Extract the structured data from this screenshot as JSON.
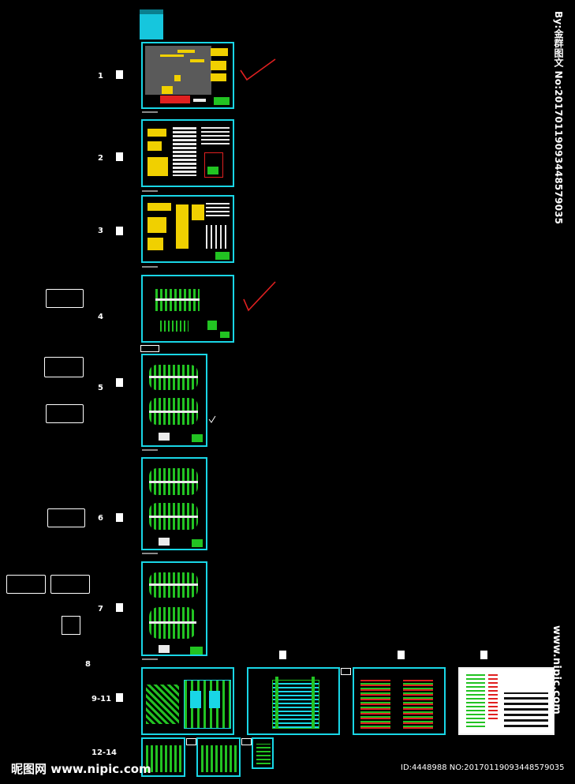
{
  "row_numbers": {
    "r1": "1",
    "r2": "2",
    "r3": "3",
    "r4": "4",
    "r5": "5",
    "r6": "6",
    "r7": "7",
    "r8": "8",
    "r9": "9-11",
    "r10": "12-14"
  },
  "watermarks": {
    "vertical_credit": "By:金群图文 No:20170119093448579035",
    "vertical_site": "www.nipic.com",
    "logo_text": "昵图网 www.nipic.com",
    "id_line": "ID:4448988 NO:20170119093448579035"
  },
  "colors": {
    "background": "#000000",
    "sheet_border": "#19d6e6",
    "plan_green": "#22c322",
    "detail_yellow": "#f0d000",
    "markup_red": "#e02020"
  },
  "icons": {
    "check_mark": "red-check-icon",
    "small_check": "white-check-icon"
  }
}
